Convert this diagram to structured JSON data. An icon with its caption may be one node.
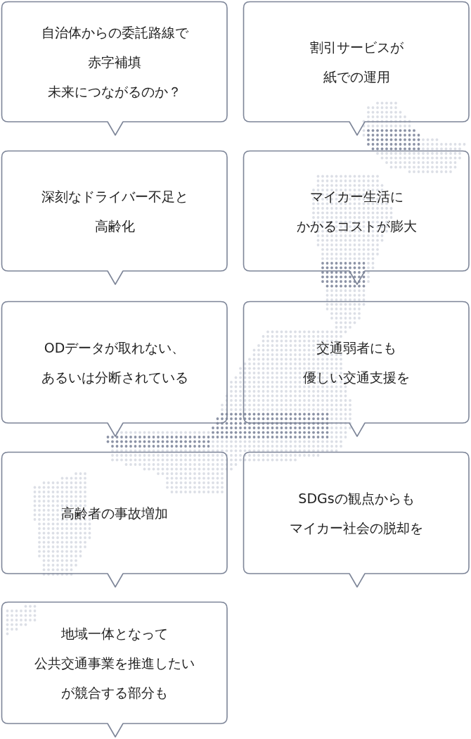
{
  "diagram": {
    "nodes": [
      {
        "text": [
          "自治体からの委託路線で赤字補填未来につながるのか？"
        ]
      },
      {
        "text": [
          "割引サービスが紙での運用"
        ]
      },
      {
        "text": [
          "深刻なドライバー不足と高齢化"
        ]
      },
      {
        "text": [
          "マイカー生活にかかるコストが膨大"
        ]
      },
      {
        "text": [
          "ODデータが取れない、あるいは分断されている"
        ]
      },
      {
        "text": [
          "交通弱者にも優しい交通支援を"
        ]
      },
      {
        "text": [
          "高齢者の事故増加"
        ]
      },
      {
        "text": [
          "SDGsの観点からもマイカー社会の脱却を"
        ]
      },
      {
        "text": [
          "地域一体となって公共交通事業を推進したいが競合する部分も"
        ]
      }
    ]
  }
}
